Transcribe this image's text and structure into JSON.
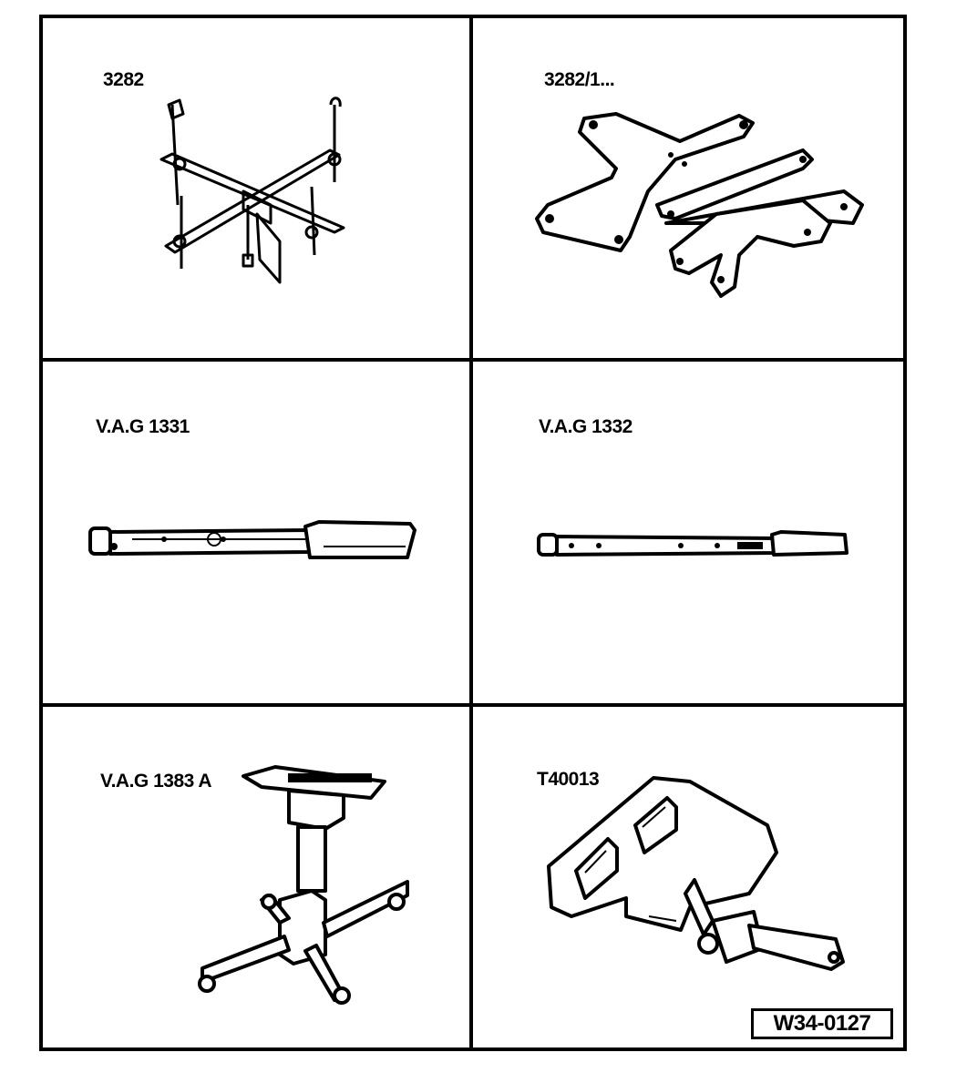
{
  "figure_id": "W34-0127",
  "tools": [
    {
      "label": "3282"
    },
    {
      "label": "3282/1..."
    },
    {
      "label": "V.A.G 1331"
    },
    {
      "label": "V.A.G 1332"
    },
    {
      "label": "V.A.G 1383 A"
    },
    {
      "label": "T40013"
    }
  ]
}
